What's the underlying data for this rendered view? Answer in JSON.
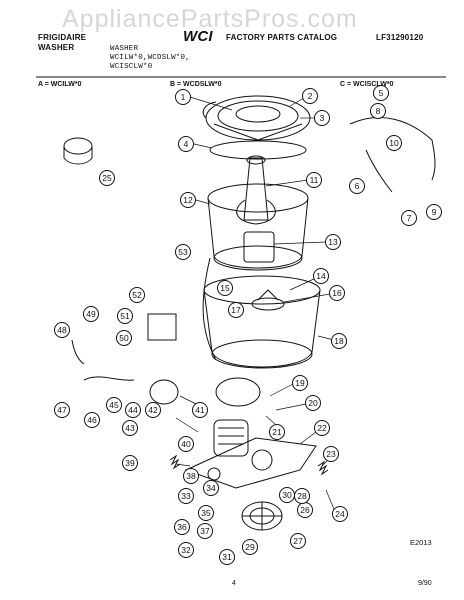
{
  "watermark": "AppliancePartsPros.com",
  "header": {
    "brand_line1": "FRIGIDAIRE",
    "brand_line2": "WASHER",
    "logo_text": "WCI",
    "catalog_title": "FACTORY PARTS CATALOG",
    "catalog_number": "LF31290120",
    "model_type": "WASHER",
    "models_line1": "WCILW*0,WCDSLW*0,",
    "models_line2": "WCISCLW*0"
  },
  "sections": {
    "a": "A = WCILW*0",
    "b": "B = WCDSLW*0",
    "c": "C = WCISCLW*0"
  },
  "callouts": [
    "1",
    "2",
    "3",
    "4",
    "5",
    "6",
    "7",
    "8",
    "9",
    "10",
    "11",
    "12",
    "13",
    "14",
    "15",
    "16",
    "17",
    "18",
    "19",
    "20",
    "21",
    "22",
    "23",
    "24",
    "25",
    "26",
    "27",
    "28",
    "29",
    "30",
    "31",
    "32",
    "33",
    "34",
    "35",
    "36",
    "37",
    "38",
    "39",
    "40",
    "41",
    "42",
    "43",
    "44",
    "45",
    "46",
    "47",
    "48",
    "49",
    "50",
    "51",
    "52",
    "53"
  ],
  "footer": {
    "figure_code": "E2013",
    "page_number": "4",
    "date": "9/90"
  },
  "colors": {
    "ink": "#111111",
    "watermark": "#d6d6d6"
  }
}
